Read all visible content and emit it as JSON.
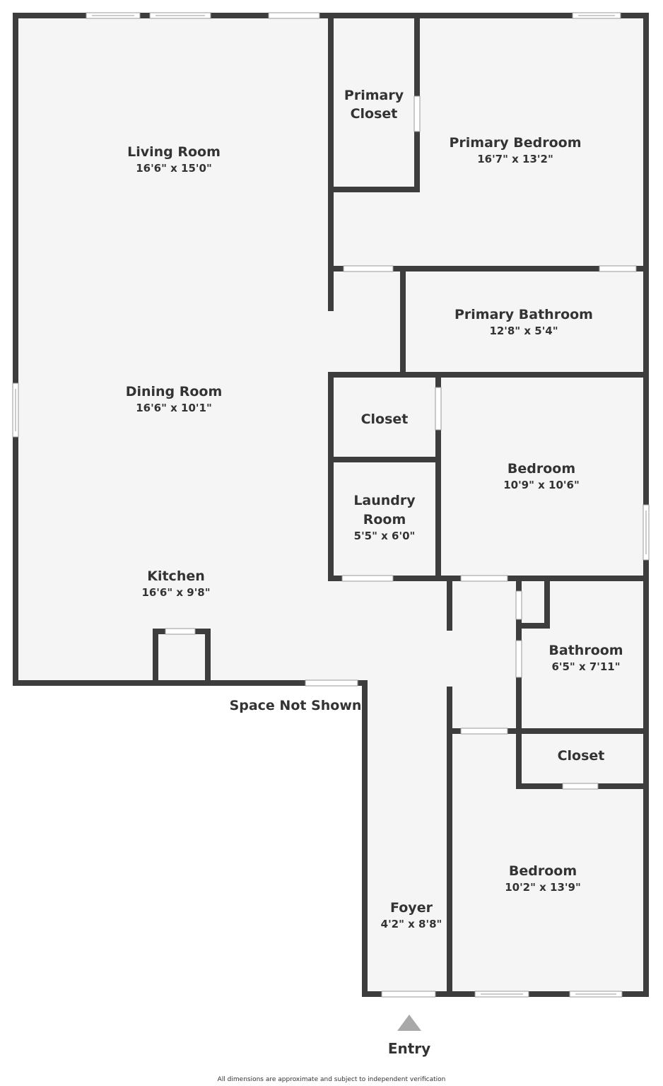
{
  "colors": {
    "wall": "#3d3d3d",
    "floor": "#f5f5f5",
    "opening": "#ffffff",
    "window_frame": "#9a9a9a",
    "text": "#333333",
    "entry_marker": "#a8a8a8"
  },
  "rooms": {
    "living_room": {
      "name": "Living Room",
      "dims": "16'6\" x 15'0\""
    },
    "primary_closet": {
      "name_line1": "Primary",
      "name_line2": "Closet"
    },
    "primary_bedroom": {
      "name": "Primary Bedroom",
      "dims": "16'7\" x 13'2\""
    },
    "primary_bathroom": {
      "name": "Primary Bathroom",
      "dims": "12'8\" x 5'4\""
    },
    "dining_room": {
      "name": "Dining Room",
      "dims": "16'6\" x 10'1\""
    },
    "closet_upper": {
      "name": "Closet"
    },
    "bedroom_middle": {
      "name": "Bedroom",
      "dims": "10'9\" x 10'6\""
    },
    "laundry_room": {
      "name_line1": "Laundry",
      "name_line2": "Room",
      "dims": "5'5\" x 6'0\""
    },
    "kitchen": {
      "name": "Kitchen",
      "dims": "16'6\" x 9'8\""
    },
    "bathroom": {
      "name": "Bathroom",
      "dims": "6'5\" x 7'11\""
    },
    "closet_lower": {
      "name": "Closet"
    },
    "bedroom_lower": {
      "name": "Bedroom",
      "dims": "10'2\" x 13'9\""
    },
    "foyer": {
      "name": "Foyer",
      "dims": "4'2\" x 8'8\""
    }
  },
  "space_not_shown": "Space Not Shown",
  "entry": {
    "label": "Entry",
    "icon": "triangle-up-icon"
  },
  "footnote": "All dimensions are approximate and subject to independent verification"
}
